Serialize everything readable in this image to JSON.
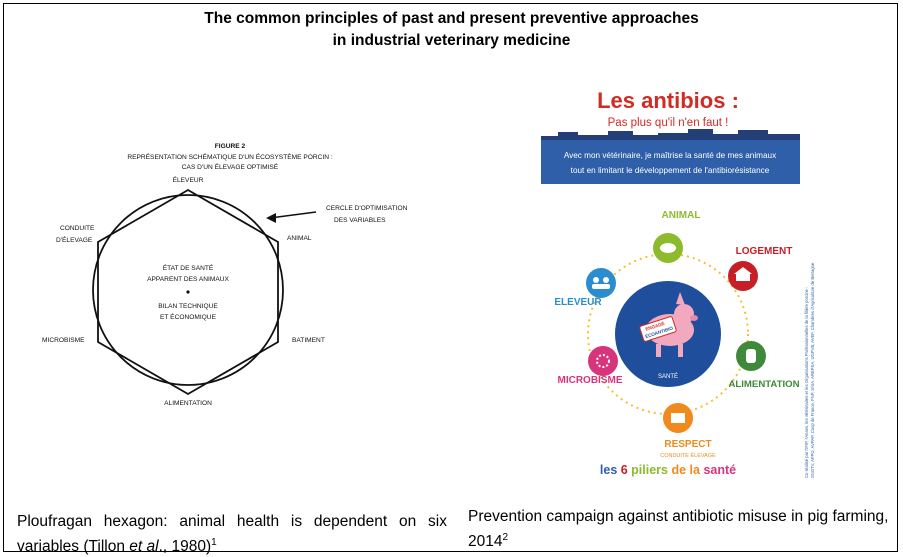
{
  "slide": {
    "title_line1": "The common principles of past and present preventive approaches",
    "title_line2": "in industrial veterinary medicine"
  },
  "left_figure": {
    "figure_label": "FIGURE 2",
    "subtitle_line1": "REPRÉSENTATION SCHÉMATIQUE D'UN ÉCOSYSTÈME PORCIN :",
    "subtitle_line2": "CAS D'UN ÉLEVAGE OPTIMISÉ",
    "vertices": {
      "top": "ÉLEVEUR",
      "upper_right": "ANIMAL",
      "lower_right": "BATIMENT",
      "bottom": "ALIMENTATION",
      "lower_left": "MICROBISME",
      "upper_left_line1": "CONDUITE",
      "upper_left_line2": "D'ÉLEVAGE"
    },
    "arrow_label_line1": "CERCLE D'OPTIMISATION",
    "arrow_label_line2": "DES VARIABLES",
    "center_line1": "ÉTAT DE SANTÉ",
    "center_line2": "APPARENT DES ANIMAUX",
    "center_line3": "BILAN TECHNIQUE",
    "center_line4": "ET ÉCONOMIQUE"
  },
  "right_figure": {
    "headline": "Les antibios :",
    "subheadline": "Pas plus qu'il n'en faut !",
    "banner_line1": "Avec mon vétérinaire, je maîtrise la santé de mes animaux",
    "banner_line2": "tout en limitant le développement de l'antibiorésistance",
    "pillars": {
      "animal": "ANIMAL",
      "logement": "LOGEMENT",
      "alimentation": "ALIMENTATION",
      "respect": "RESPECT",
      "respect_sub": "CONDUITE ÉLEVAGE",
      "microbisme": "MICROBISME",
      "eleveur": "ELEVEUR"
    },
    "center_badge": "SANTÉ",
    "pig_sign_line1": "ENGAGÉ",
    "pig_sign_line2": "ÉCOANTIBIO",
    "footer_prefix": "les ",
    "footer_number": "6",
    "footer_word1": " piliers ",
    "footer_word2": "de la ",
    "footer_word3": "santé",
    "side_credit_line1": "Co-réalisé par l'IFIP, l'Anses, les vétérinaires et les Organisations Professionnelles de la filière porcine :",
    "side_credit_line2": "SNGTV, AFPO, AVPAP, Coop de France, FNP, SNIA, AREPSA, UGPVB, AVEF, Chambres d'Agriculture de Bretagne",
    "colors": {
      "headline_red": "#d12b25",
      "banner_blue": "#2f5fa8",
      "animal_green": "#8dbb2d",
      "logement_red": "#c62026",
      "alimentation_green": "#3f8a3a",
      "respect_orange": "#f08a1c",
      "microbisme_pink": "#d6357e",
      "eleveur_blue": "#2b8ccf",
      "center_blue": "#1f4f9c",
      "pig_pink": "#f2a9c0"
    }
  },
  "captions": {
    "left_text": "Ploufragan hexagon: animal health is dependent on six variables (Tillon ",
    "left_italic": "et al",
    "left_tail": "., 1980)",
    "left_sup": "1",
    "right_text": "Prevention campaign against antibiotic misuse in pig farming, 2014",
    "right_sup": "2"
  }
}
